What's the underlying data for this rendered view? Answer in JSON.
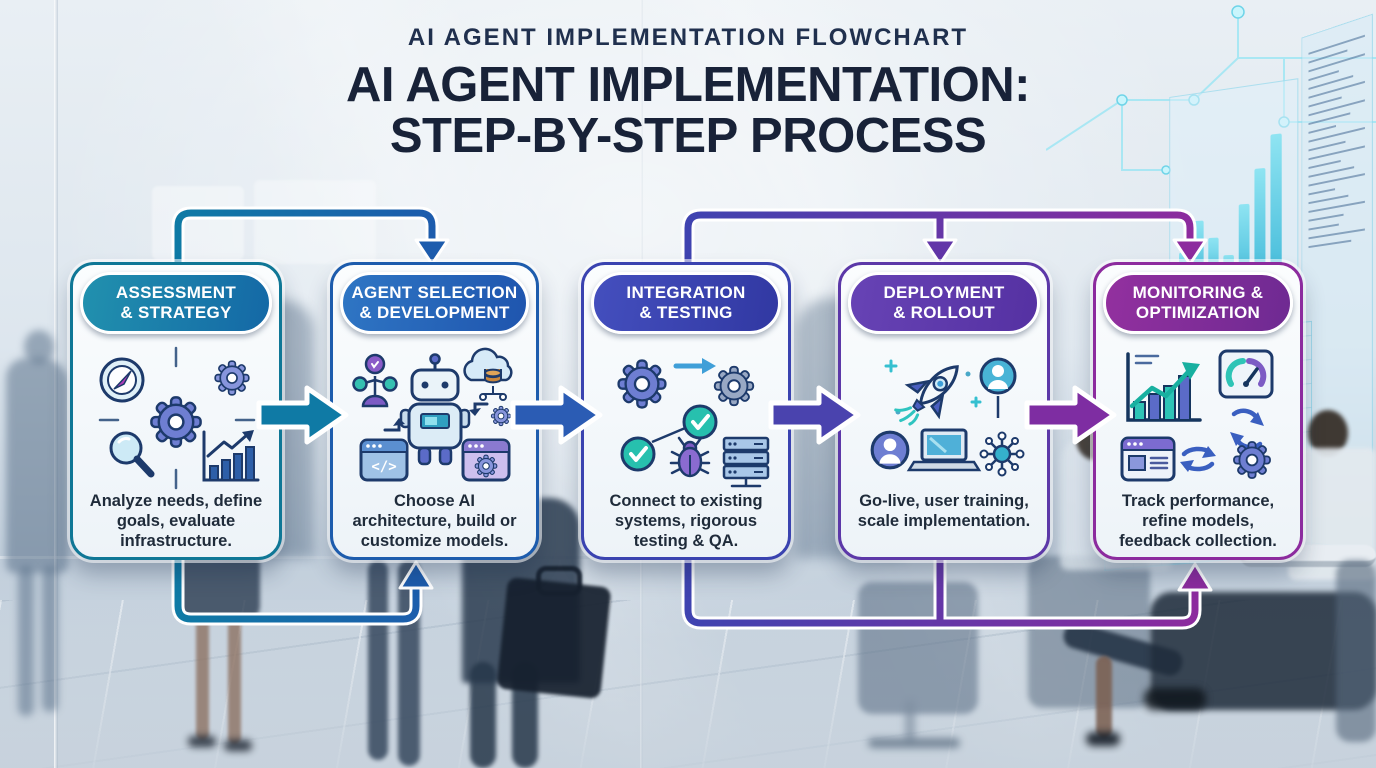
{
  "header": {
    "kicker": "AI AGENT IMPLEMENTATION FLOWCHART",
    "title_line1": "AI AGENT IMPLEMENTATION:",
    "title_line2": "STEP-BY-STEP PROCESS"
  },
  "steps": [
    {
      "id": "assessment-strategy",
      "title_line1": "ASSESSMENT",
      "title_line2": "& STRATEGY",
      "description": "Analyze needs, define goals, evaluate infrastructure.",
      "accent_color": "#0f7796",
      "header_gradient_start": "#2191ae",
      "header_gradient_end": "#1468a6",
      "icons": [
        "compass-icon",
        "gear-icon",
        "small-gear-icon",
        "magnifier-icon",
        "bar-chart-icon"
      ]
    },
    {
      "id": "agent-selection-development",
      "title_line1": "AGENT SELECTION",
      "title_line2": "& DEVELOPMENT",
      "description": "Choose AI architecture, build or customize models.",
      "accent_color": "#1d5cad",
      "header_gradient_start": "#2f76c4",
      "header_gradient_end": "#1f55ae",
      "icons": [
        "node-tree-icon",
        "robot-icon",
        "cloud-database-icon",
        "code-window-icon",
        "gear-window-icon"
      ]
    },
    {
      "id": "integration-testing",
      "title_line1": "INTEGRATION",
      "title_line2": "& TESTING",
      "description": "Connect to existing systems, rigorous testing & QA.",
      "accent_color": "#3a43b0",
      "header_gradient_start": "#444fbe",
      "header_gradient_end": "#3138a2",
      "icons": [
        "gear-icon",
        "arrow-right-icon",
        "gear-icon",
        "check-circle-icon",
        "check-circle-icon",
        "bug-icon",
        "server-icon"
      ]
    },
    {
      "id": "deployment-rollout",
      "title_line1": "DEPLOYMENT",
      "title_line2": "& ROLLOUT",
      "description": "Go-live, user training, scale implementation.",
      "accent_color": "#5c38a8",
      "header_gradient_start": "#6743b5",
      "header_gradient_end": "#5531a2",
      "icons": [
        "rocket-icon",
        "sparkle-icon",
        "user-avatar-icon",
        "user-avatar-icon",
        "laptop-icon",
        "network-hub-icon"
      ]
    },
    {
      "id": "monitoring-optimization",
      "title_line1": "MONITORING &",
      "title_line2": "OPTIMIZATION",
      "description": "Track performance, refine models, feedback collection.",
      "accent_color": "#8c2b9e",
      "header_gradient_start": "#93309f",
      "header_gradient_end": "#6e2a92",
      "icons": [
        "growth-chart-icon",
        "gauge-icon",
        "cycle-arrows-icon",
        "browser-window-icon",
        "gear-icon"
      ]
    }
  ],
  "flow": {
    "between_card_arrow_colors": [
      "#0f7aa5",
      "#2b5cb4",
      "#4a43ae",
      "#7e2da2"
    ],
    "top_connectors": [
      {
        "from": "assessment-strategy",
        "to": [
          "agent-selection-development"
        ],
        "color_start": "#0f7aa5",
        "color_end": "#1d5cad"
      },
      {
        "from": "integration-testing",
        "to": [
          "deployment-rollout",
          "monitoring-optimization"
        ],
        "color_start": "#3f43b0",
        "color_end": "#8c2b9e"
      }
    ],
    "bottom_connectors": [
      {
        "from": "assessment-strategy",
        "to": [
          "agent-selection-development"
        ],
        "color_start": "#0f7aa5",
        "color_end": "#1d5cad"
      },
      {
        "from": "integration-testing",
        "to": [
          "monitoring-optimization"
        ],
        "junction": "deployment-rollout",
        "color_start": "#3f43b0",
        "color_end": "#8c2b9e"
      }
    ]
  },
  "background": {
    "scene": "blurred modern office: glass walls and standing people on the left, seated people, chairs and a desk on the right, cyan digital screens with a bar chart, code lines and circuit traces on the right wall"
  }
}
